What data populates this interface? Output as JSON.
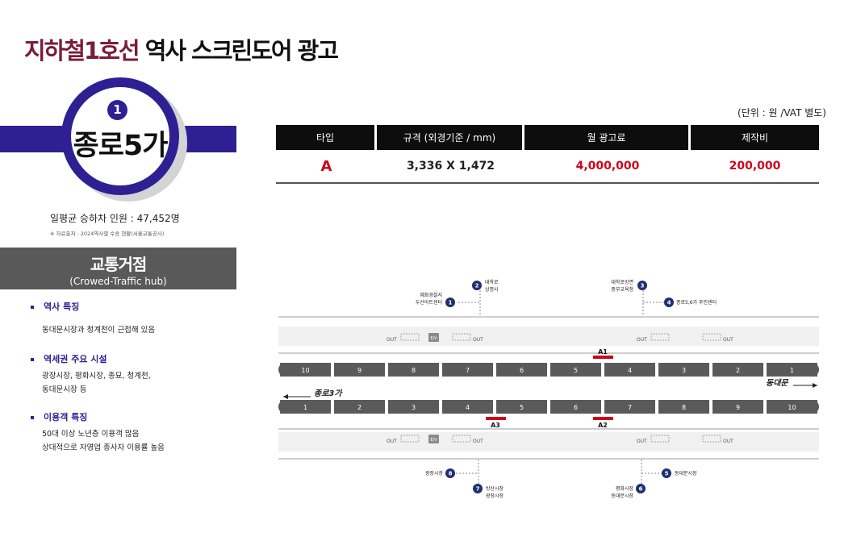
{
  "header": {
    "title_line": "지하철1호선",
    "title_rest": "역사 스크린도어 광고"
  },
  "station": {
    "line_number": "1",
    "name": "종로5가",
    "ridership": "일평균 승하차 인원 : 47,452명",
    "source_note": "※ 자료출처 : 2024역사별 수송 현황(서울교통공사)"
  },
  "hub": {
    "title": "교통거점",
    "subtitle": "(Crowed-Traffic hub)"
  },
  "sections": [
    {
      "heading": "역사 특징",
      "lines": [
        "동대문시장과 청계천이 근접해 있음"
      ]
    },
    {
      "heading": "역세권 주요 시설",
      "lines": [
        "광장시장, 평화시장, 종묘, 청계천,",
        "동대문시장 등"
      ]
    },
    {
      "heading": "이용객 특징",
      "lines": [
        "50대 이상 노년층 이용객 많음",
        "상대적으로 자영업 종사자 이용률 높음"
      ]
    }
  ],
  "pricing": {
    "unit_note": "(단위 : 원 /VAT 별도)",
    "headers": [
      "타입",
      "규격 (외경기준 / mm)",
      "월 광고료",
      "제작비"
    ],
    "rows": [
      {
        "type": "A",
        "spec": "3,336 X 1,472",
        "monthly_fee": "4,000,000",
        "production_cost": "200,000"
      }
    ]
  },
  "diagram": {
    "top_platform_doors": [
      "10",
      "9",
      "8",
      "7",
      "6",
      "5",
      "4",
      "3",
      "2",
      "1"
    ],
    "bottom_platform_doors": [
      "1",
      "2",
      "3",
      "4",
      "5",
      "6",
      "7",
      "8",
      "9",
      "10"
    ],
    "ad_markers": [
      "A1",
      "A2",
      "A3"
    ],
    "direction_left": "종로3가",
    "direction_right": "동대문",
    "out_label": "OUT",
    "ev_label": "E/V",
    "exits_top": [
      {
        "num": "1",
        "label1": "혜화경찰서",
        "label2": "두산아트센터"
      },
      {
        "num": "2",
        "label1": "대학로",
        "label2": "상명사"
      },
      {
        "num": "3",
        "label1": "대학로방면",
        "label2": "중부교육청"
      },
      {
        "num": "4",
        "label1": "종로5,6가 주민센터",
        "label2": ""
      }
    ],
    "exits_bottom": [
      {
        "num": "8",
        "label1": "광장시장",
        "label2": ""
      },
      {
        "num": "7",
        "label1": "방산시장",
        "label2": "광장시장"
      },
      {
        "num": "6",
        "label1": "평화시장",
        "label2": "동대문시장"
      },
      {
        "num": "5",
        "label1": "동대문시장",
        "label2": ""
      }
    ],
    "colors": {
      "accent_red": "#d0021b",
      "exit_navy": "#1e2f73",
      "door_gray": "#5a5a5a"
    }
  }
}
